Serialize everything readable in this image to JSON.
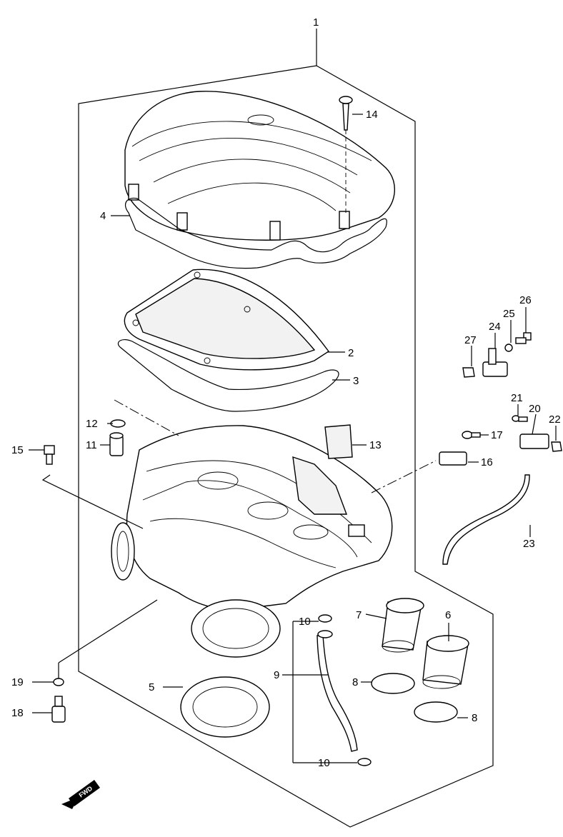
{
  "callouts": {
    "p1": "1",
    "p2": "2",
    "p3": "3",
    "p4": "4",
    "p5": "5",
    "p6": "6",
    "p7": "7",
    "p8a": "8",
    "p8b": "8",
    "p9": "9",
    "p10a": "10",
    "p10b": "10",
    "p11": "11",
    "p12": "12",
    "p13": "13",
    "p14": "14",
    "p15": "15",
    "p16": "16",
    "p17": "17",
    "p18": "18",
    "p19": "19",
    "p20": "20",
    "p21": "21",
    "p22": "22",
    "p23": "23",
    "p24": "24",
    "p25": "25",
    "p26": "26",
    "p27": "27"
  },
  "fwd_badge": "FWD",
  "colors": {
    "line": "#000000",
    "background": "#ffffff"
  }
}
